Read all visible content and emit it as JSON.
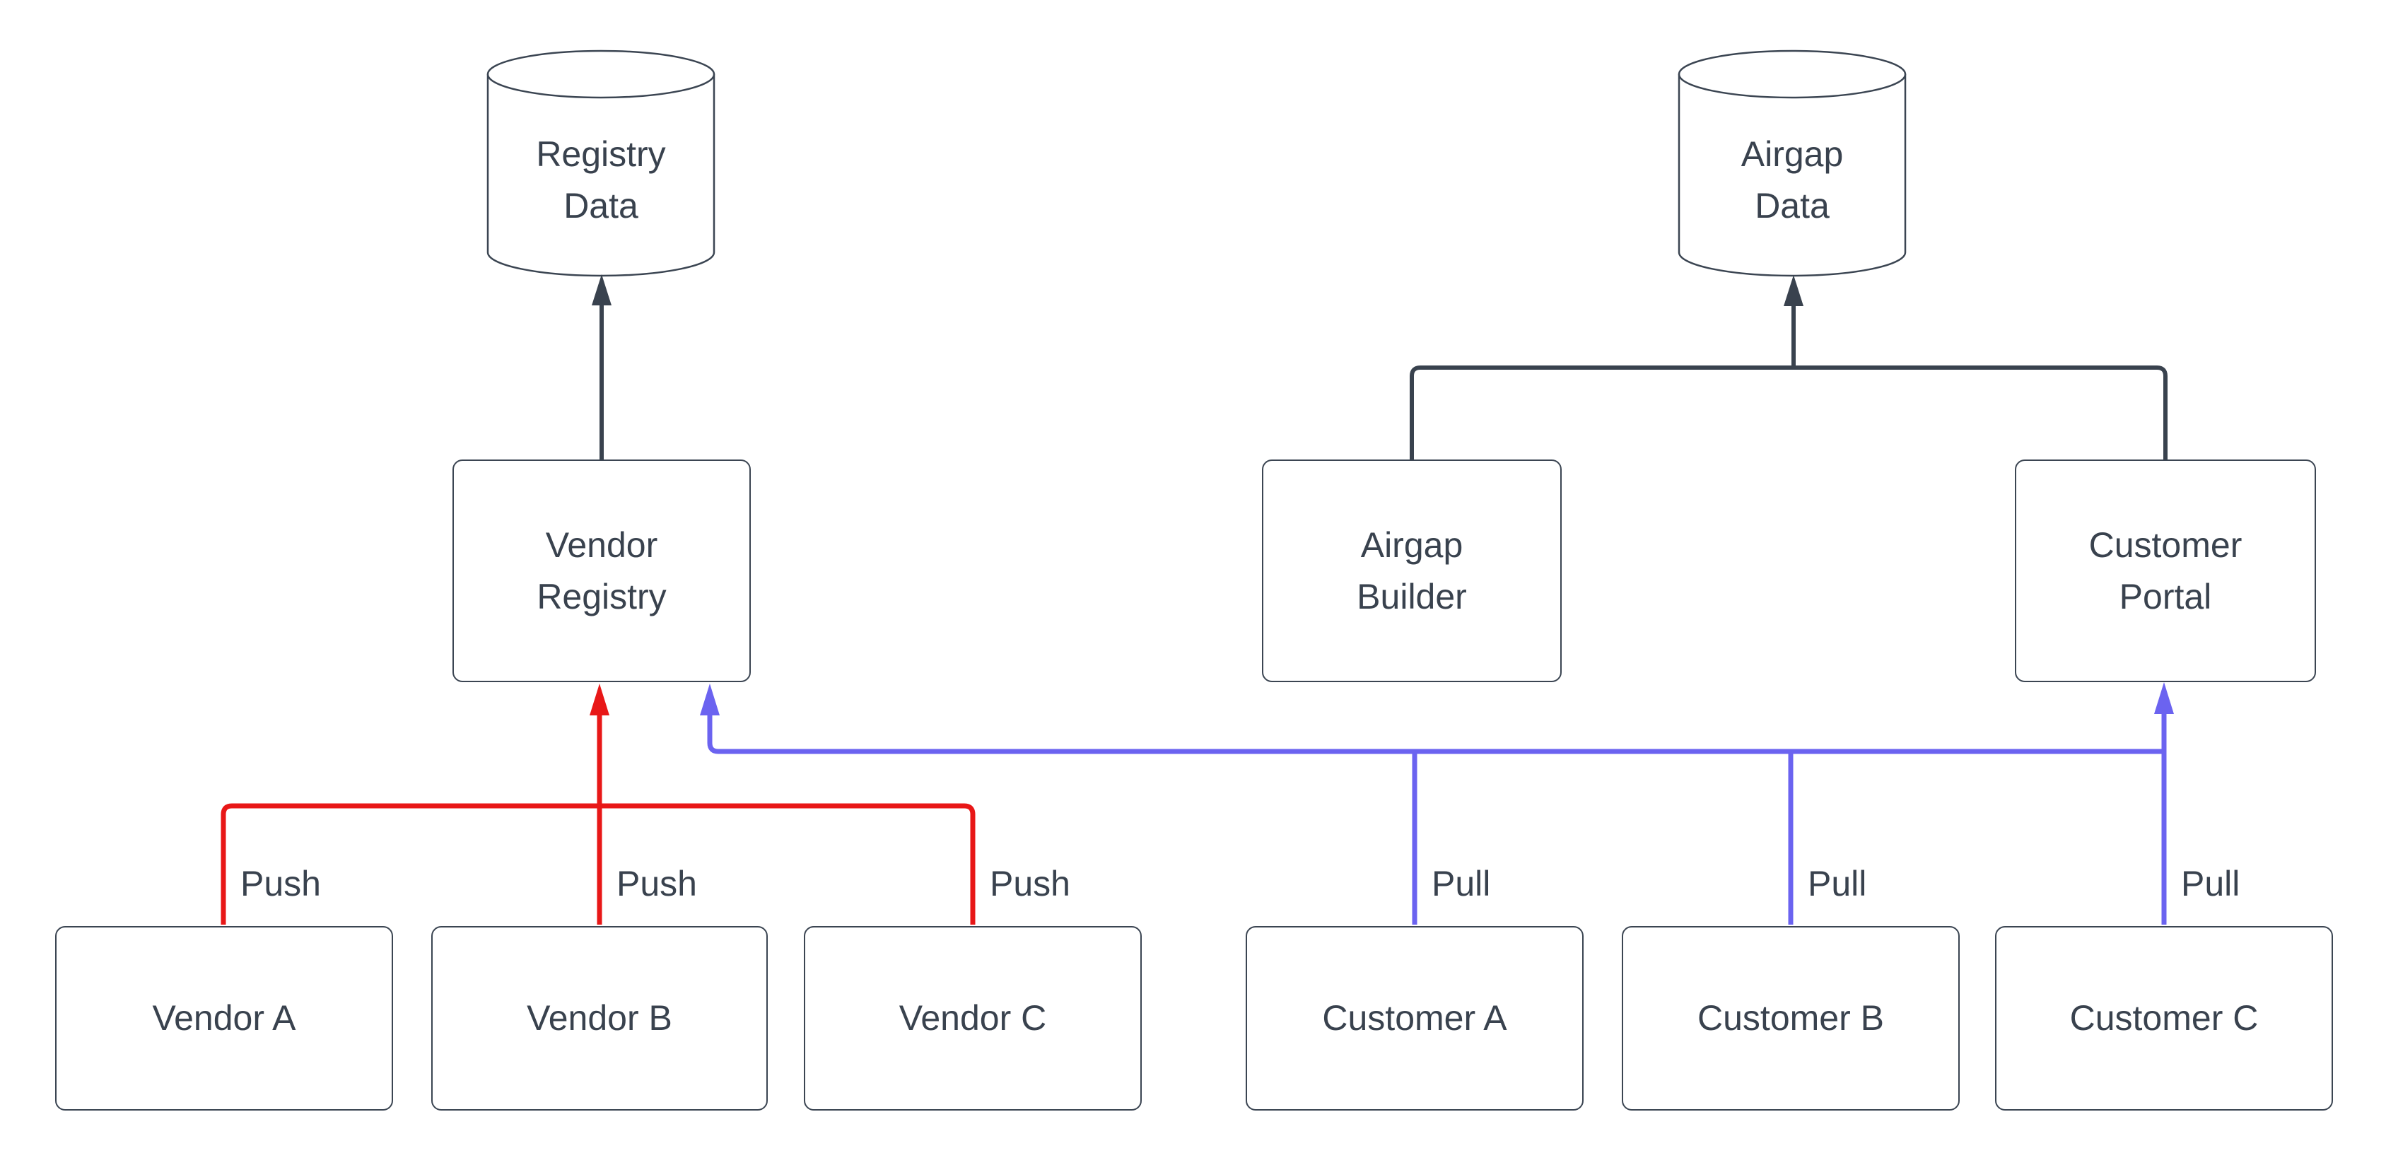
{
  "diagram": {
    "type": "flow-diagram",
    "background": "#ffffff",
    "colors": {
      "dark": "#39424E",
      "red": "#E81717",
      "blue": "#6B63F0",
      "node_border": "#3B4552",
      "node_fill": "#ffffff",
      "text": "#39424E"
    },
    "nodes": {
      "registry_data": {
        "label": "Registry\nData",
        "shape": "cylinder"
      },
      "airgap_data": {
        "label": "Airgap\nData",
        "shape": "cylinder"
      },
      "vendor_registry": {
        "label": "Vendor\nRegistry",
        "shape": "rounded-box"
      },
      "airgap_builder": {
        "label": "Airgap\nBuilder",
        "shape": "rounded-box"
      },
      "customer_portal": {
        "label": "Customer\nPortal",
        "shape": "rounded-box"
      },
      "vendor_a": {
        "label": "Vendor A",
        "shape": "rounded-box"
      },
      "vendor_b": {
        "label": "Vendor B",
        "shape": "rounded-box"
      },
      "vendor_c": {
        "label": "Vendor C",
        "shape": "rounded-box"
      },
      "customer_a": {
        "label": "Customer A",
        "shape": "rounded-box"
      },
      "customer_b": {
        "label": "Customer B",
        "shape": "rounded-box"
      },
      "customer_c": {
        "label": "Customer C",
        "shape": "rounded-box"
      }
    },
    "edge_labels": {
      "push": [
        "Push",
        "Push",
        "Push"
      ],
      "pull": [
        "Pull",
        "Pull",
        "Pull"
      ]
    },
    "edges": [
      {
        "from": "vendor_registry",
        "to": "registry_data",
        "color": "dark",
        "label": ""
      },
      {
        "from": "airgap_builder",
        "to": "airgap_data",
        "color": "dark",
        "label": ""
      },
      {
        "from": "customer_portal",
        "to": "airgap_data",
        "color": "dark",
        "label": ""
      },
      {
        "from": "vendor_a",
        "to": "vendor_registry",
        "color": "red",
        "label": "Push"
      },
      {
        "from": "vendor_b",
        "to": "vendor_registry",
        "color": "red",
        "label": "Push"
      },
      {
        "from": "vendor_c",
        "to": "vendor_registry",
        "color": "red",
        "label": "Push"
      },
      {
        "from": "customer_a",
        "to": "vendor_registry",
        "color": "blue",
        "label": "Pull"
      },
      {
        "from": "customer_b",
        "to": "vendor_registry",
        "color": "blue",
        "label": "Pull"
      },
      {
        "from": "customer_c",
        "to": "customer_portal",
        "color": "blue",
        "label": "Pull"
      }
    ]
  }
}
